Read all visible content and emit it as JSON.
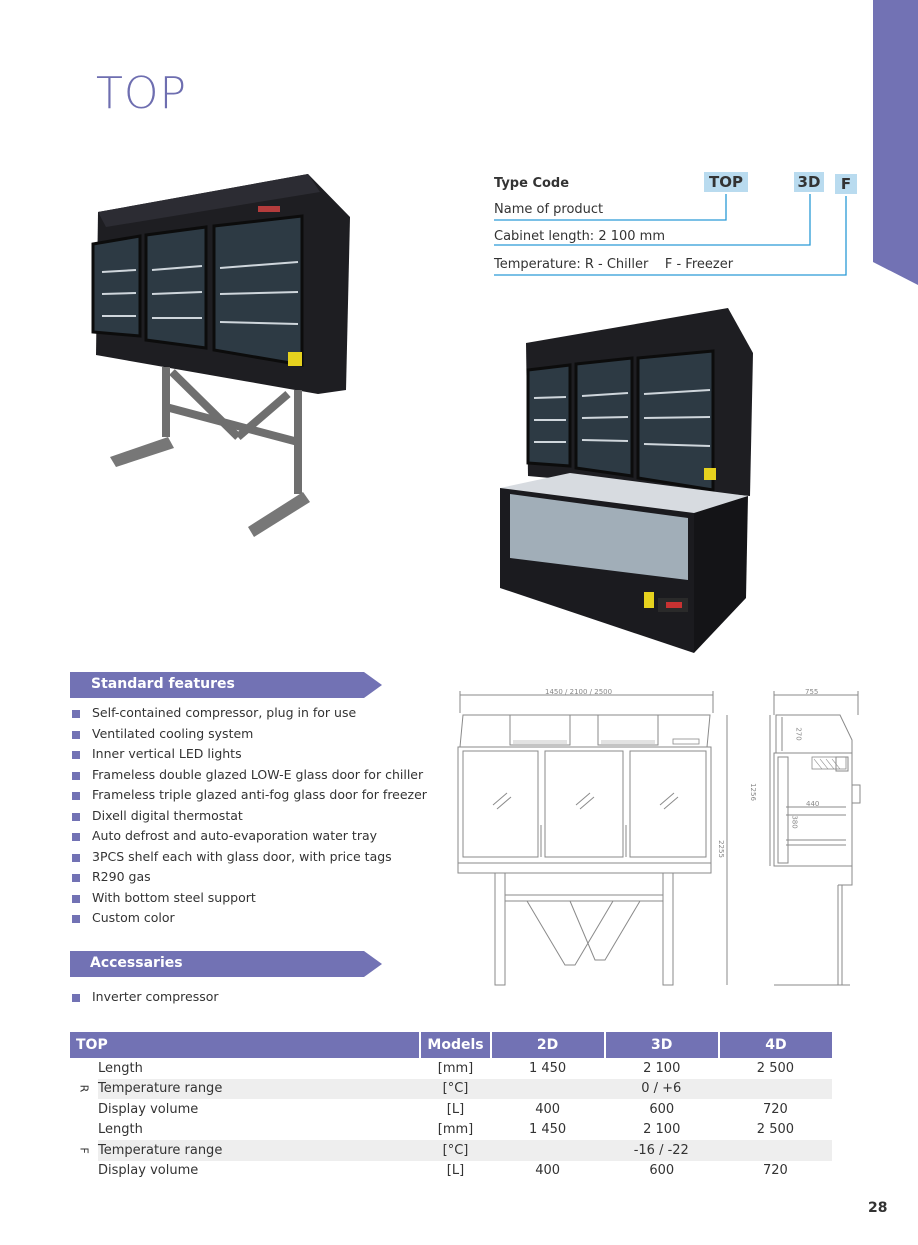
{
  "page": {
    "title": "TOP",
    "page_number": "28",
    "accent_color": "#7272b4"
  },
  "type_code": {
    "label": "Type Code",
    "codes": [
      "TOP",
      "3D",
      "F"
    ],
    "lines": [
      "Name of product",
      "Cabinet length: 2 100 mm",
      "Temperature: R - Chiller    F - Freezer"
    ]
  },
  "standard_features": {
    "heading": "Standard features",
    "items": [
      "Self-contained compressor, plug in for use",
      "Ventilated cooling system",
      "Inner vertical LED lights",
      "Frameless double glazed LOW-E glass door for chiller",
      "Frameless triple glazed anti-fog glass door for freezer",
      "Dixell digital thermostat",
      "Auto defrost and auto-evaporation water tray",
      "3PCS shelf each with glass door, with price tags",
      "R290 gas",
      "With bottom steel support",
      "Custom color"
    ]
  },
  "accessaries": {
    "heading": "Accessaries",
    "items": [
      "Inverter compressor"
    ]
  },
  "drawing": {
    "front_width": "1450 / 2100 / 2500",
    "front_height": "2255",
    "side_depth": "755",
    "side_height": "1256",
    "dim_270": "270",
    "dim_440": "440",
    "dim_380": "380"
  },
  "spec_table": {
    "headers": [
      "TOP",
      "Models",
      "2D",
      "3D",
      "4D"
    ],
    "groups": [
      {
        "code": "R",
        "rows": [
          {
            "param": "Length",
            "unit": "[mm]",
            "values": [
              "1 450",
              "2 100",
              "2 500"
            ]
          },
          {
            "param": "Temperature range",
            "unit": "[°C]",
            "merged": "0 / +6"
          },
          {
            "param": "Display volume",
            "unit": "[L]",
            "values": [
              "400",
              "600",
              "720"
            ]
          }
        ]
      },
      {
        "code": "F",
        "rows": [
          {
            "param": "Length",
            "unit": "[mm]",
            "values": [
              "1 450",
              "2 100",
              "2 500"
            ]
          },
          {
            "param": "Temperature range",
            "unit": "[°C]",
            "merged": "-16 / -22"
          },
          {
            "param": "Display volume",
            "unit": "[L]",
            "values": [
              "400",
              "600",
              "720"
            ]
          }
        ]
      }
    ]
  }
}
